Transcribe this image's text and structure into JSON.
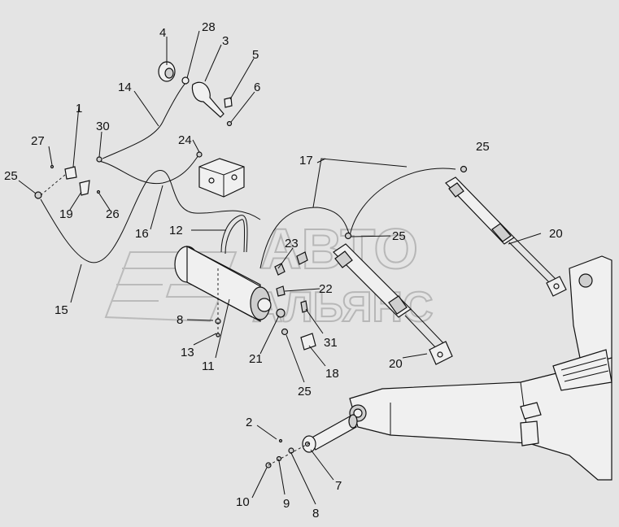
{
  "watermark": {
    "line1": "АВТО",
    "line2": "АЛЬЯНС"
  },
  "callouts": [
    {
      "id": "c4",
      "text": "4"
    },
    {
      "id": "c28",
      "text": "28"
    },
    {
      "id": "c3",
      "text": "3"
    },
    {
      "id": "c5",
      "text": "5"
    },
    {
      "id": "c6",
      "text": "6"
    },
    {
      "id": "c14",
      "text": "14"
    },
    {
      "id": "c1",
      "text": "1"
    },
    {
      "id": "c30",
      "text": "30"
    },
    {
      "id": "c27",
      "text": "27"
    },
    {
      "id": "c24",
      "text": "24"
    },
    {
      "id": "c25a",
      "text": "25"
    },
    {
      "id": "c19",
      "text": "19"
    },
    {
      "id": "c26",
      "text": "26"
    },
    {
      "id": "c16",
      "text": "16"
    },
    {
      "id": "c17",
      "text": "17"
    },
    {
      "id": "c25b",
      "text": "25"
    },
    {
      "id": "c12",
      "text": "12"
    },
    {
      "id": "c23",
      "text": "23"
    },
    {
      "id": "c25c",
      "text": "25"
    },
    {
      "id": "c20a",
      "text": "20"
    },
    {
      "id": "c15",
      "text": "15"
    },
    {
      "id": "c22",
      "text": "22"
    },
    {
      "id": "c8a",
      "text": "8"
    },
    {
      "id": "c31",
      "text": "31"
    },
    {
      "id": "c13",
      "text": "13"
    },
    {
      "id": "c21",
      "text": "21"
    },
    {
      "id": "c11",
      "text": "11"
    },
    {
      "id": "c18",
      "text": "18"
    },
    {
      "id": "c20b",
      "text": "20"
    },
    {
      "id": "c25d",
      "text": "25"
    },
    {
      "id": "c2",
      "text": "2"
    },
    {
      "id": "c7",
      "text": "7"
    },
    {
      "id": "c10",
      "text": "10"
    },
    {
      "id": "c9",
      "text": "9"
    },
    {
      "id": "c8b",
      "text": "8"
    }
  ]
}
